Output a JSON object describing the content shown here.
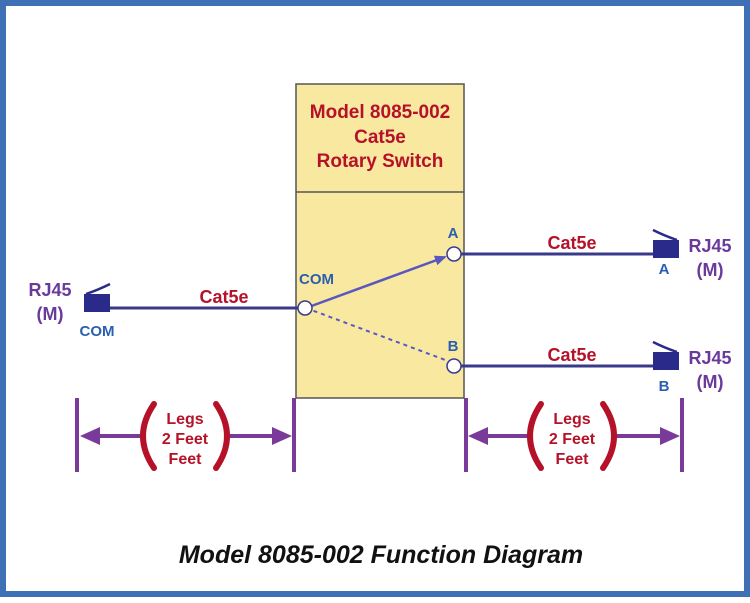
{
  "colors": {
    "frame": "#3f6fb5",
    "switch_box": "#f8e8a0",
    "line": "#3a3a8a",
    "arrow": "#5a58c0",
    "leg_arrow": "#7a3a9a",
    "text_red": "#b5122a",
    "text_purple": "#6a3a9a",
    "text_blue": "#2a5fb0"
  },
  "switch": {
    "title_line1": "Model 8085-002",
    "title_line2": "Cat5e",
    "title_line3": "Rotary Switch"
  },
  "ports": {
    "com_label": "COM",
    "a_label": "A",
    "b_label": "B"
  },
  "cables": {
    "left": "Cat5e",
    "a": "Cat5e",
    "b": "Cat5e"
  },
  "connectors": {
    "left": {
      "name": "RJ45",
      "gender": "(M)",
      "port": "COM"
    },
    "a": {
      "name": "RJ45",
      "gender": "(M)",
      "port": "A"
    },
    "b": {
      "name": "RJ45",
      "gender": "(M)",
      "port": "B"
    }
  },
  "legs": {
    "left": {
      "line1": "Legs",
      "line2": "2 Feet",
      "line3": "Feet"
    },
    "right": {
      "line1": "Legs",
      "line2": "2 Feet",
      "line3": "Feet"
    }
  },
  "caption": "Model 8085-002 Function Diagram",
  "icons": [
    "rj45-plug-icon",
    "arrow-icon"
  ]
}
